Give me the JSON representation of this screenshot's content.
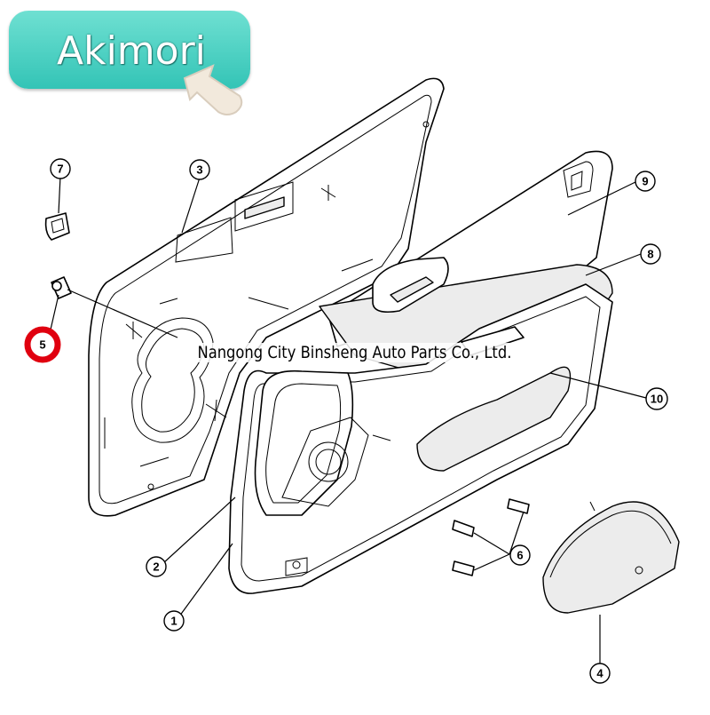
{
  "logo": {
    "text": "Akimori",
    "background_color": "#3ccabb"
  },
  "watermark": {
    "text": "Nangong City Binsheng Auto Parts Co., Ltd."
  },
  "highlight_color": "#e0000f",
  "callouts": [
    {
      "id": "1",
      "label": "1"
    },
    {
      "id": "2",
      "label": "2"
    },
    {
      "id": "3",
      "label": "3"
    },
    {
      "id": "4",
      "label": "4"
    },
    {
      "id": "5",
      "label": "5",
      "highlighted": true
    },
    {
      "id": "6",
      "label": "6"
    },
    {
      "id": "7",
      "label": "7"
    },
    {
      "id": "8",
      "label": "8"
    },
    {
      "id": "9",
      "label": "9"
    },
    {
      "id": "10",
      "label": "10"
    }
  ]
}
